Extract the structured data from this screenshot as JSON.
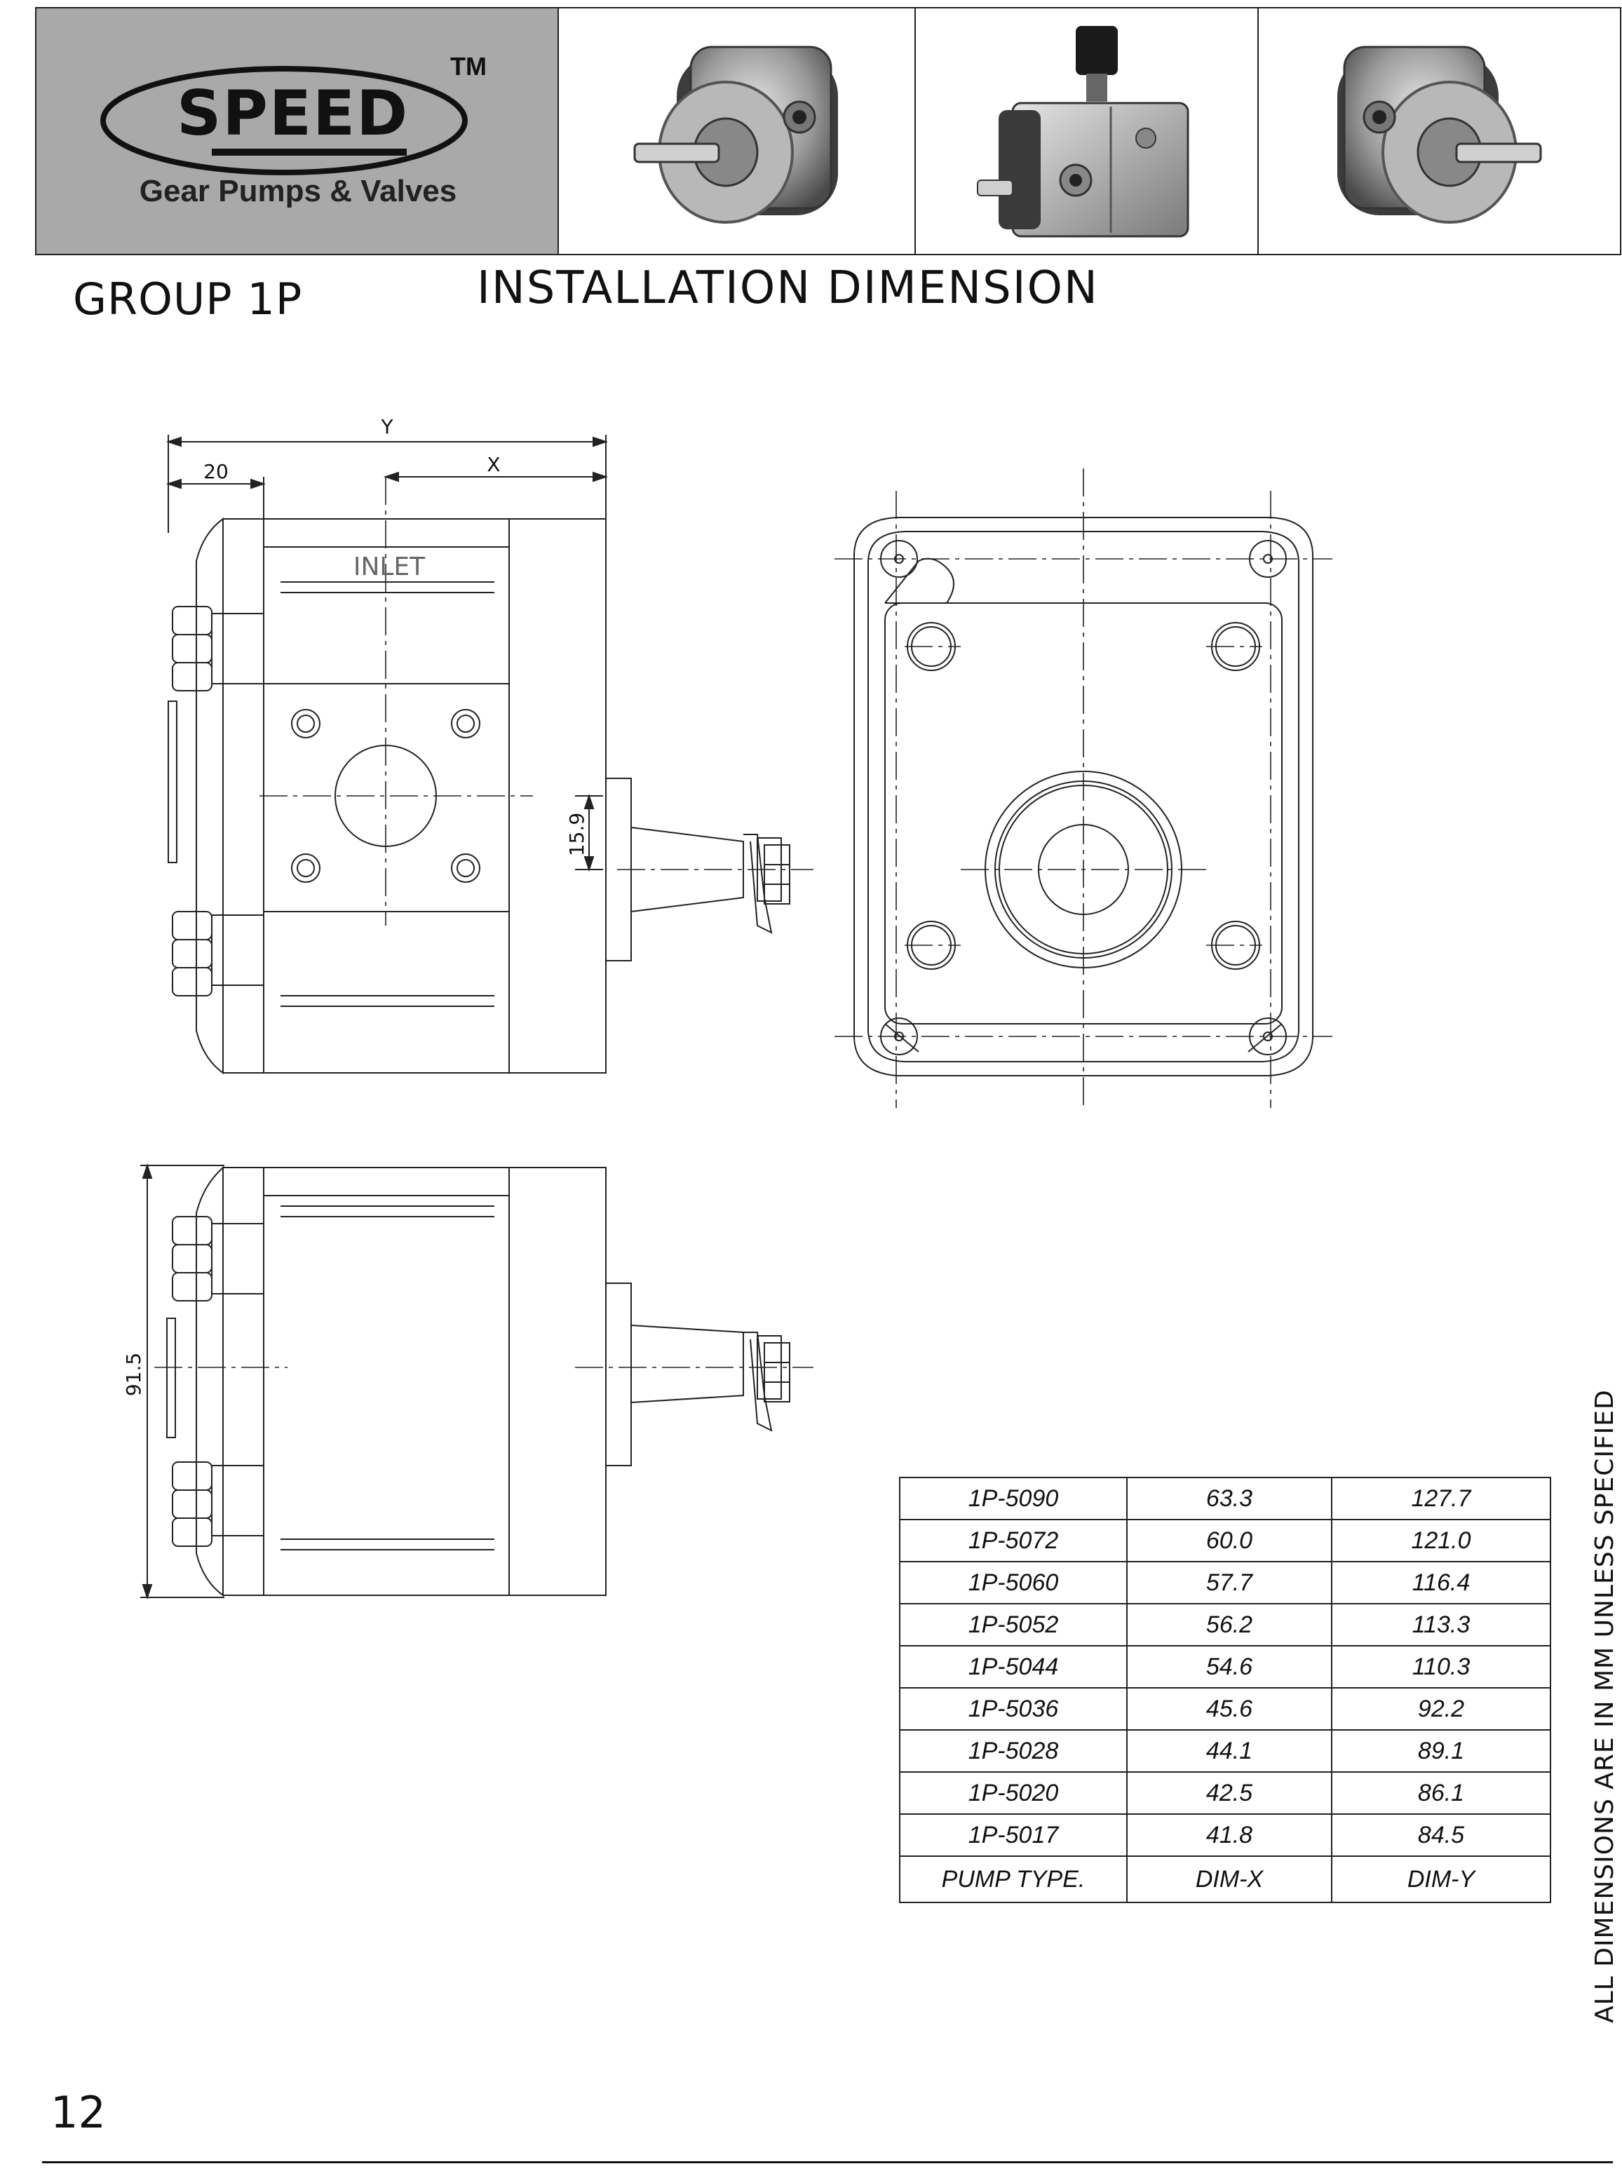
{
  "brand": {
    "logo_text": "SPEED",
    "trademark": "TM",
    "tagline": "Gear Pumps & Valves"
  },
  "header_photos": [
    {
      "name": "pump-front-photo"
    },
    {
      "name": "pump-valve-photo"
    },
    {
      "name": "pump-rear-photo"
    }
  ],
  "group_title": "GROUP 1P",
  "page_title": "INSTALLATION DIMENSION",
  "drawing_labels": {
    "dim_y": "Y",
    "dim_x": "X",
    "dim_20": "20",
    "inlet": "INLET",
    "dim_15_9": "15.9",
    "dim_91_5": "91.5"
  },
  "table": {
    "headers": {
      "type": "PUMP TYPE.",
      "x": "DIM-X",
      "y": "DIM-Y"
    },
    "rows": [
      {
        "type": "1P-5090",
        "x": "63.3",
        "y": "127.7"
      },
      {
        "type": "1P-5072",
        "x": "60.0",
        "y": "121.0"
      },
      {
        "type": "1P-5060",
        "x": "57.7",
        "y": "116.4"
      },
      {
        "type": "1P-5052",
        "x": "56.2",
        "y": "113.3"
      },
      {
        "type": "1P-5044",
        "x": "54.6",
        "y": "110.3"
      },
      {
        "type": "1P-5036",
        "x": "45.6",
        "y": "92.2"
      },
      {
        "type": "1P-5028",
        "x": "44.1",
        "y": "89.1"
      },
      {
        "type": "1P-5020",
        "x": "42.5",
        "y": "86.1"
      },
      {
        "type": "1P-5017",
        "x": "41.8",
        "y": "84.5"
      }
    ]
  },
  "side_note": "ALL DIMENSIONS ARE IN MM UNLESS SPECIFIED",
  "page_number": "12",
  "colors": {
    "header_panel": "#a9a9a9",
    "line": "#222222"
  }
}
